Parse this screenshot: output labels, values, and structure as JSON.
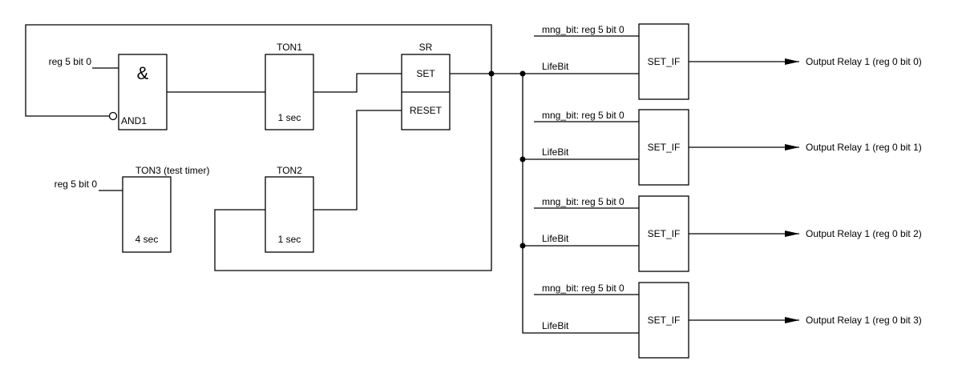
{
  "blocks": {
    "and1": {
      "symbol": "&",
      "name": "AND1",
      "input_label": "reg 5 bit 0"
    },
    "ton1": {
      "name": "TON1",
      "time": "1 sec"
    },
    "ton2": {
      "name": "TON2",
      "time": "1 sec"
    },
    "ton3": {
      "name": "TON3 (test timer)",
      "time": "4 sec",
      "input_label": "reg 5 bit 0"
    },
    "sr": {
      "name": "SR",
      "set_label": "SET",
      "reset_label": "RESET"
    }
  },
  "set_if_blocks": [
    {
      "name": "SET_IF",
      "input1": "mng_bit: reg 5 bit 0",
      "input2": "LifeBit",
      "output": "Output Relay 1 (reg 0 bit 0)"
    },
    {
      "name": "SET_IF",
      "input1": "mng_bit: reg 5 bit 0",
      "input2": "LifeBit",
      "output": "Output Relay 1 (reg 0 bit 1)"
    },
    {
      "name": "SET_IF",
      "input1": "mng_bit: reg 5 bit 0",
      "input2": "LifeBit",
      "output": "Output Relay 1 (reg 0 bit 2)"
    },
    {
      "name": "SET_IF",
      "input1": "mng_bit: reg 5 bit 0",
      "input2": "LifeBit",
      "output": "Output Relay 1 (reg 0 bit 3)"
    }
  ]
}
